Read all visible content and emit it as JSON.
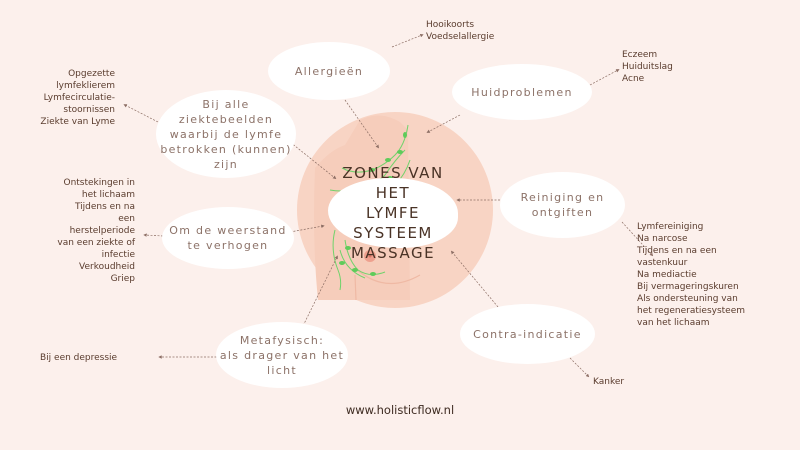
{
  "center_title": [
    "ZONES VAN HET",
    "LYMFE SYSTEEM",
    "MASSAGE"
  ],
  "bubbles": {
    "allergies": [
      "Allergieën"
    ],
    "skin": [
      "Huidproblemen"
    ],
    "lymph_diseases": [
      "Bij alle",
      "ziektebeelden",
      "waarbij de lymfe",
      "betrokken (kunnen)",
      "zijn"
    ],
    "resistance": [
      "Om de weerstand",
      "te verhogen"
    ],
    "cleansing": [
      "Reiniging en",
      "ontgiften"
    ],
    "contra": [
      "Contra-indicatie"
    ],
    "metaphysical": [
      "Metafysisch:",
      "als drager van het",
      "licht"
    ]
  },
  "lists": {
    "allergies": [
      "Hooikoorts",
      "Voedselallergie"
    ],
    "skin": [
      "Eczeem",
      "Huiduitslag",
      "Acne"
    ],
    "lymph_diseases": [
      "Opgezette",
      "lymfeklierem",
      "Lymfecirculatie-",
      "stoornissen",
      "Ziekte van Lyme"
    ],
    "resistance": [
      "Ontstekingen in",
      "het lichaam",
      "Tijdens en na",
      "een",
      "herstelperiode",
      "van een ziekte of",
      "infectie",
      "Verkoudheid",
      "Griep"
    ],
    "cleansing": [
      "Lymfereiniging",
      "Na narcose",
      "Tijdens en na een",
      "vastenkuur",
      "Na mediactie",
      "Bij vermageringskuren",
      "Als ondersteuning van",
      "het regeneratiesysteem",
      "van het lichaam"
    ],
    "contra": [
      "Kanker"
    ],
    "metaphysical": [
      "Bij een depressie"
    ]
  },
  "website": "www.holisticflow.nl",
  "colors": {
    "background": "#fcf0ec",
    "body": "#f8d4c4",
    "lymph": "#6fd36a",
    "text": "#5a3c2e"
  }
}
